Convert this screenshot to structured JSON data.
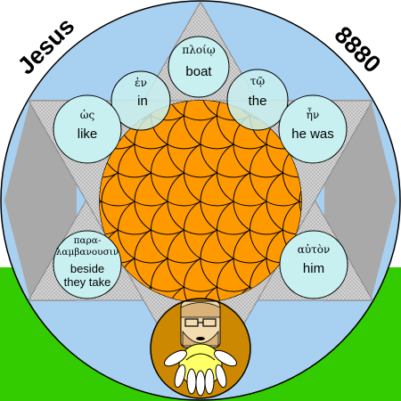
{
  "titles": {
    "left": "Jesus",
    "right": "8880"
  },
  "words": [
    {
      "greek": "πλοίῳ",
      "english": "boat"
    },
    {
      "greek": "ἐν",
      "english": "in"
    },
    {
      "greek": "τῷ",
      "english": "the"
    },
    {
      "greek": "ὡς",
      "english": "like"
    },
    {
      "greek": "ἦν",
      "english": "he was"
    },
    {
      "greek_line1": "παρα-",
      "greek_line2": "λαμβανουσιν",
      "english_line1": "beside",
      "english_line2": "they take"
    },
    {
      "greek": "αὐτὸν",
      "english": "him"
    }
  ],
  "colors": {
    "sky": "#a8d0f0",
    "grass": "#33cc00",
    "gold": "#cc8800",
    "petal": "#ff9900",
    "bubble": "#c8f0f0",
    "gray": "#aaaaaa",
    "halo": "#ffff66"
  }
}
